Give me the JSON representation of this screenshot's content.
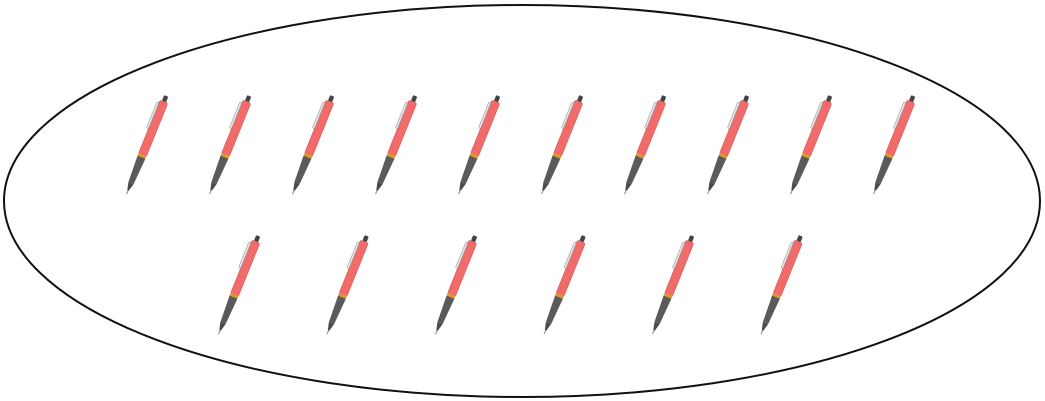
{
  "scene": {
    "container_shape": "ellipse",
    "item_icon": "pen-icon",
    "item_count": 16,
    "rows": [
      {
        "count": 10
      },
      {
        "count": 6
      }
    ],
    "colors": {
      "container_stroke": "#111111",
      "pen_body": "#f26b6b",
      "pen_body_edge": "#d9534f",
      "pen_grip": "#5a5a5a",
      "pen_band": "#d99a2b",
      "pen_top": "#444444",
      "pen_clip": "#e8e8e8",
      "pen_tip": "#8a8a8a"
    }
  }
}
